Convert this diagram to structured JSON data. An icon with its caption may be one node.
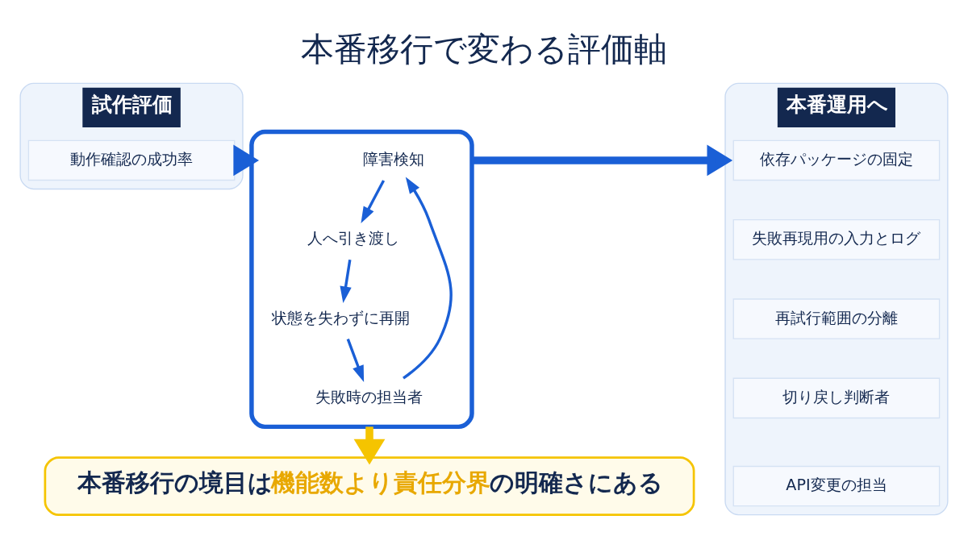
{
  "diagram": {
    "title": "本番移行で変わる評価軸",
    "nodes": [
      {
        "text": [
          "試作評価"
        ]
      },
      {
        "text": [
          "動作確認の成功率"
        ],
        "in": 0
      },
      {
        "text": [],
        "shape": "shield"
      },
      {
        "text": [
          "障害検知"
        ],
        "in": 2
      },
      {
        "text": [
          "人へ引き渡し"
        ],
        "in": 2
      },
      {
        "text": [
          "状態を失わずに再開"
        ],
        "in": 2
      },
      {
        "text": [
          "失敗時の担当者"
        ],
        "in": 2
      },
      {
        "text": [
          "本番運用へ"
        ]
      },
      {
        "text": [
          "依存パッケージの固定"
        ],
        "in": 7
      },
      {
        "text": [
          "失敗再現用の入力とログ"
        ],
        "in": 7
      },
      {
        "text": [
          "再試行範囲の分離"
        ],
        "in": 7
      },
      {
        "text": [
          "切り戻し判断者"
        ],
        "in": 7
      },
      {
        "text": [
          "API変更の担当"
        ],
        "in": 7
      },
      {
        "text": [
          "本番移行の境目は**機能数より責任分界**の明確さにある"
        ]
      }
    ],
    "edges": [
      {
        "from": 3,
        "to": 4,
        "arrow": "to"
      },
      {
        "from": 4,
        "to": 5,
        "arrow": "to"
      },
      {
        "from": 5,
        "to": 6,
        "arrow": "to"
      },
      {
        "from": 6,
        "to": 3,
        "arrow": "to"
      },
      {
        "from": 0,
        "to": 2,
        "arrow": "to",
        "style": "thick"
      },
      {
        "from": 2,
        "to": 7,
        "arrow": "to",
        "style": "thick"
      },
      {
        "from": 2,
        "to": 13,
        "arrow": "to",
        "style": "thick",
        "color": "#f5c400"
      }
    ]
  }
}
